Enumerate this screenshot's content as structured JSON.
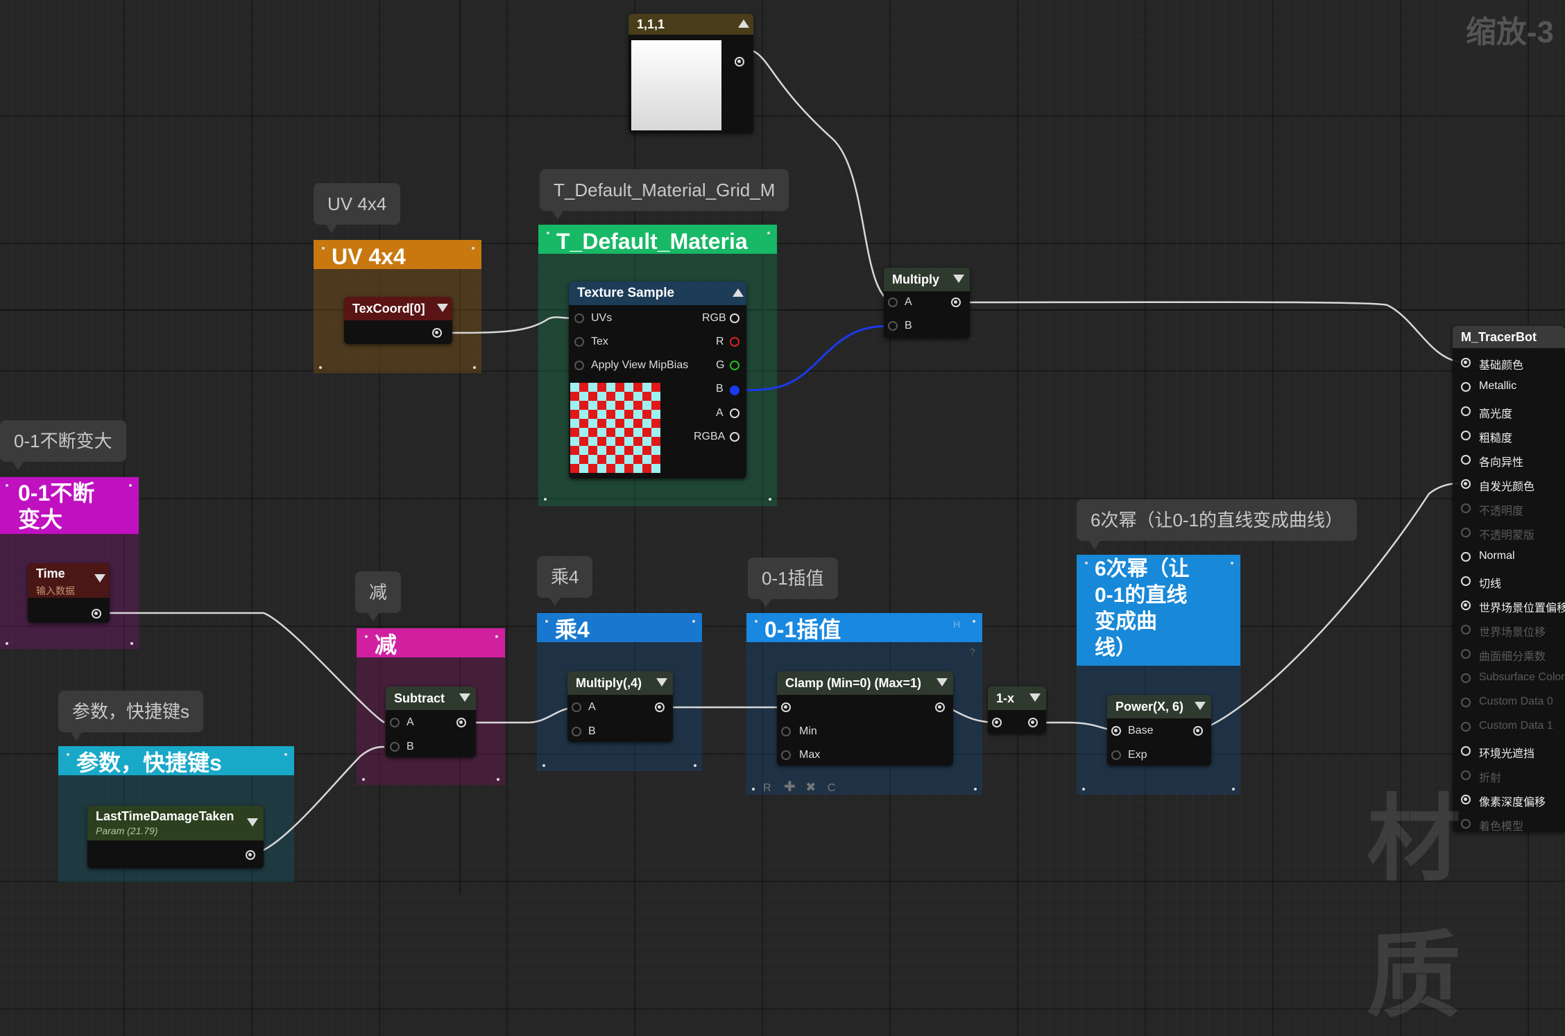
{
  "zoom_label": "缩放-3",
  "watermark": "材质",
  "comments": {
    "uv": "UV 4x4",
    "texture": "T_Default_Material_Grid_M",
    "time": "0-1不断变大",
    "subtract": "减",
    "multiply4": "乘4",
    "lerp": "0-1插值",
    "param": "参数，快捷键s",
    "power": "6次幂（让0-1的直线变成曲线）"
  },
  "comment_headers": {
    "uv": "UV 4x4",
    "texture": "T_Default_Materia",
    "time": [
      "0-1不断",
      "变大"
    ],
    "subtract": "减",
    "multiply4": "乘4",
    "lerp": "0-1插值",
    "param": "参数，快捷键s",
    "power": [
      "6次幂（让",
      "0-1的直线",
      "变成曲",
      "线）"
    ]
  },
  "nodes": {
    "constant": {
      "title": "1,1,1",
      "color": "#ffffff"
    },
    "texcoord": {
      "title": "TexCoord[0]"
    },
    "texture_sample": {
      "title": "Texture Sample",
      "inputs": [
        "UVs",
        "Tex",
        "Apply View MipBias"
      ],
      "outputs": [
        "RGB",
        "R",
        "G",
        "B",
        "A",
        "RGBA"
      ]
    },
    "multiply": {
      "title": "Multiply",
      "inputs": [
        "A",
        "B"
      ]
    },
    "time": {
      "title": "Time",
      "subtitle": "输入数据"
    },
    "subtract": {
      "title": "Subtract",
      "inputs": [
        "A",
        "B"
      ]
    },
    "multiply4": {
      "title": "Multiply(,4)",
      "inputs": [
        "A",
        "B"
      ]
    },
    "clamp": {
      "title": "Clamp (Min=0) (Max=1)",
      "inputs": [
        "Min",
        "Max"
      ]
    },
    "one_minus": {
      "title": "1-x"
    },
    "power": {
      "title": "Power(X, 6)",
      "inputs": [
        "Base",
        "Exp"
      ]
    },
    "param": {
      "title": "LastTimeDamageTaken",
      "subtitle": "Param (21.79)"
    }
  },
  "lerp_footer": {
    "r": "R",
    "c": "C",
    "h": "H",
    "q": "?"
  },
  "result": {
    "title": "M_TracerBot",
    "pins": [
      {
        "label": "基础颜色",
        "active": true
      },
      {
        "label": "Metallic",
        "active": true
      },
      {
        "label": "高光度",
        "active": true
      },
      {
        "label": "粗糙度",
        "active": true
      },
      {
        "label": "各向异性",
        "active": true
      },
      {
        "label": "自发光颜色",
        "active": true
      },
      {
        "label": "不透明度",
        "active": false
      },
      {
        "label": "不透明蒙版",
        "active": false
      },
      {
        "label": "Normal",
        "active": true
      },
      {
        "label": "切线",
        "active": true
      },
      {
        "label": "世界场景位置偏移",
        "active": true
      },
      {
        "label": "世界场景位移",
        "active": false
      },
      {
        "label": "曲面细分乘数",
        "active": false
      },
      {
        "label": "Subsurface Color",
        "active": false
      },
      {
        "label": "Custom Data 0",
        "active": false
      },
      {
        "label": "Custom Data 1",
        "active": false
      },
      {
        "label": "环境光遮挡",
        "active": true
      },
      {
        "label": "折射",
        "active": false
      },
      {
        "label": "像素深度偏移",
        "active": true
      },
      {
        "label": "着色模型",
        "active": false
      }
    ]
  },
  "colors": {
    "uv_header": "#c8780f",
    "texture_header": "#17b866",
    "time_header": "#c010c0",
    "subtract_header": "#d020a0",
    "multiply4_header": "#1878d0",
    "lerp_header": "#1888e0",
    "param_header": "#18a8c8",
    "power_header": "#1888d8",
    "pin_r": "#e02020",
    "pin_g": "#20c020",
    "pin_b": "#1a3af0"
  }
}
